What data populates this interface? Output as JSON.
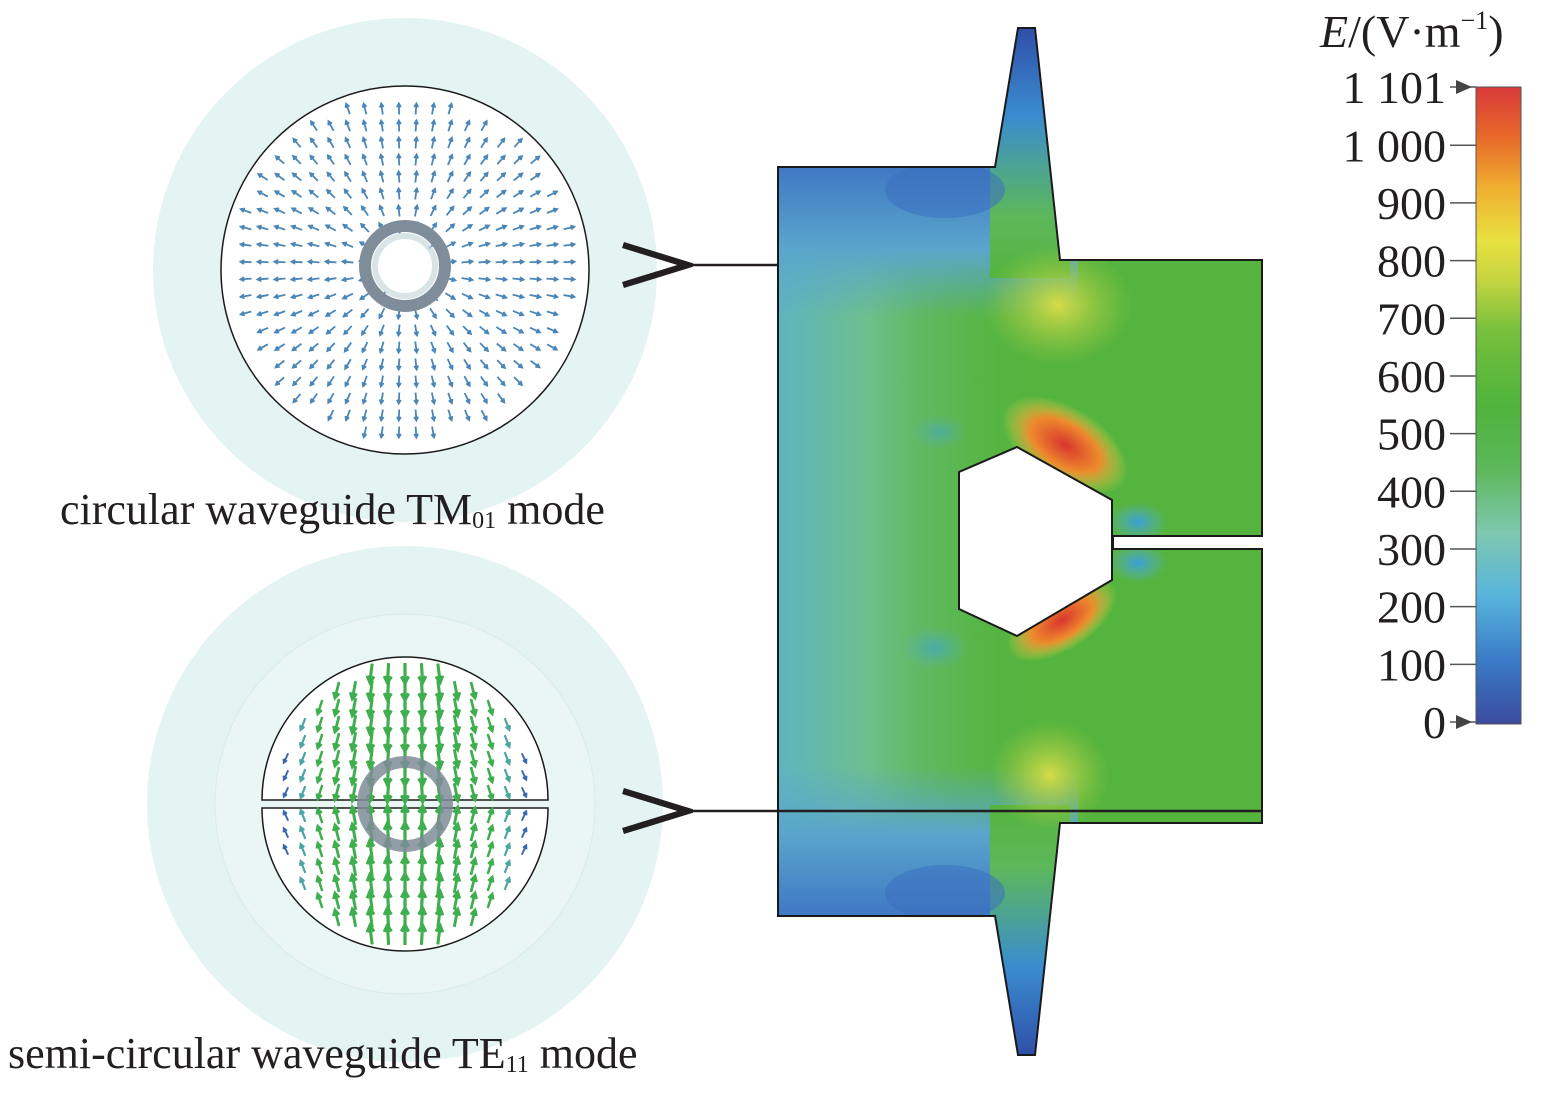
{
  "captions": {
    "tm01": {
      "prefix": "circular waveguide TM",
      "sub": "01",
      "suffix": " mode"
    },
    "te11": {
      "prefix": "semi-circular waveguide TE",
      "sub": "11",
      "suffix": " mode"
    }
  },
  "colorbar": {
    "quantity": "E",
    "unit": "/(V·m",
    "unit_exp": "−1",
    "unit_close": ")",
    "range": [
      0,
      1101
    ],
    "ticks": [
      "1 101",
      "1 000",
      "900",
      "800",
      "700",
      "600",
      "500",
      "400",
      "300",
      "200",
      "100",
      "0"
    ],
    "tick_values": [
      1101,
      1000,
      900,
      800,
      700,
      600,
      500,
      400,
      300,
      200,
      100,
      0
    ],
    "colormap": [
      "#3b4b9e",
      "#3a7bc8",
      "#57b4dc",
      "#7ec8b0",
      "#5cb85a",
      "#4fb43c",
      "#78c03c",
      "#c8d640",
      "#e8e040",
      "#f0b030",
      "#e86a2a",
      "#d83a3a"
    ]
  },
  "colors": {
    "tm01_arrow": "#4a86b8",
    "te11_arrow_strong": "#3fae4e",
    "te11_arrow_weak": "#3a68b0",
    "waveguide_halo": "#e4f4f2",
    "inner_conductor": "#7f8c99",
    "field_base": "#55b43e"
  }
}
